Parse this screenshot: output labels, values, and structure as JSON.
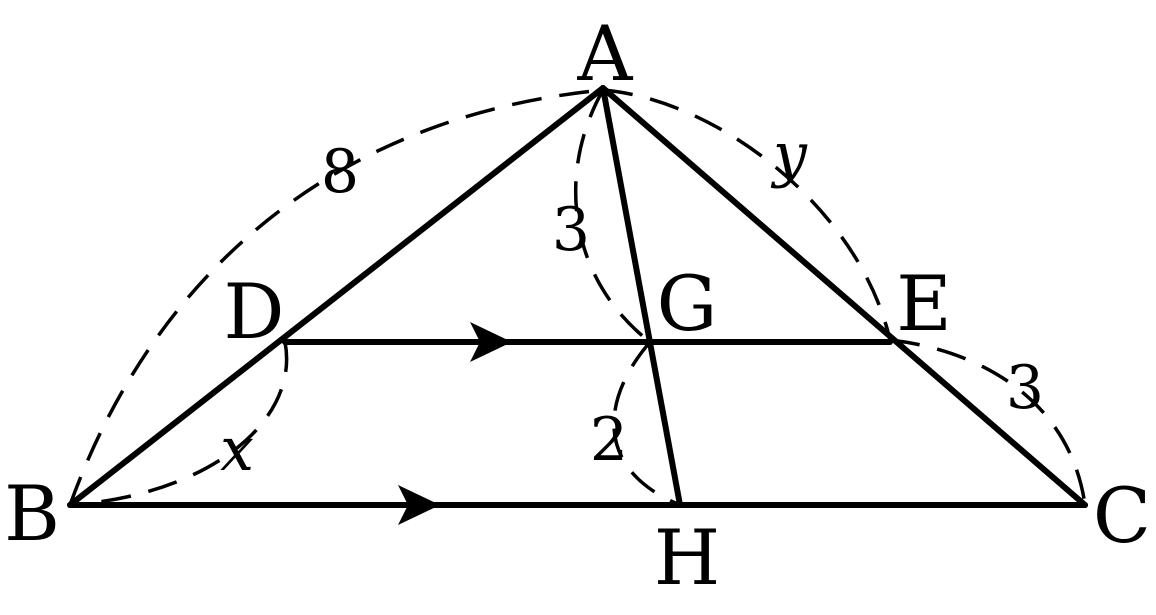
{
  "points": {
    "A": "A",
    "B": "B",
    "C": "C",
    "D": "D",
    "E": "E",
    "G": "G",
    "H": "H"
  },
  "measures": {
    "AB": "8",
    "AE": "y",
    "EC": "3",
    "AG": "3",
    "GH": "2",
    "DB": "x"
  },
  "colors": {
    "stroke": "#000000",
    "background": "#ffffff"
  }
}
